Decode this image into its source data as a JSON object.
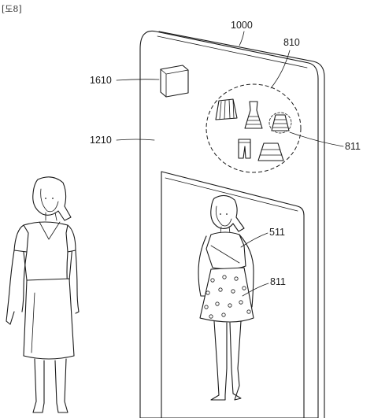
{
  "figure": {
    "header": "[도8]",
    "labels": {
      "device": "1000",
      "camera": "1610",
      "display": "1210",
      "item_group": "810",
      "item_selected": "811",
      "virtual_top": "511",
      "virtual_skirt": "811"
    }
  }
}
